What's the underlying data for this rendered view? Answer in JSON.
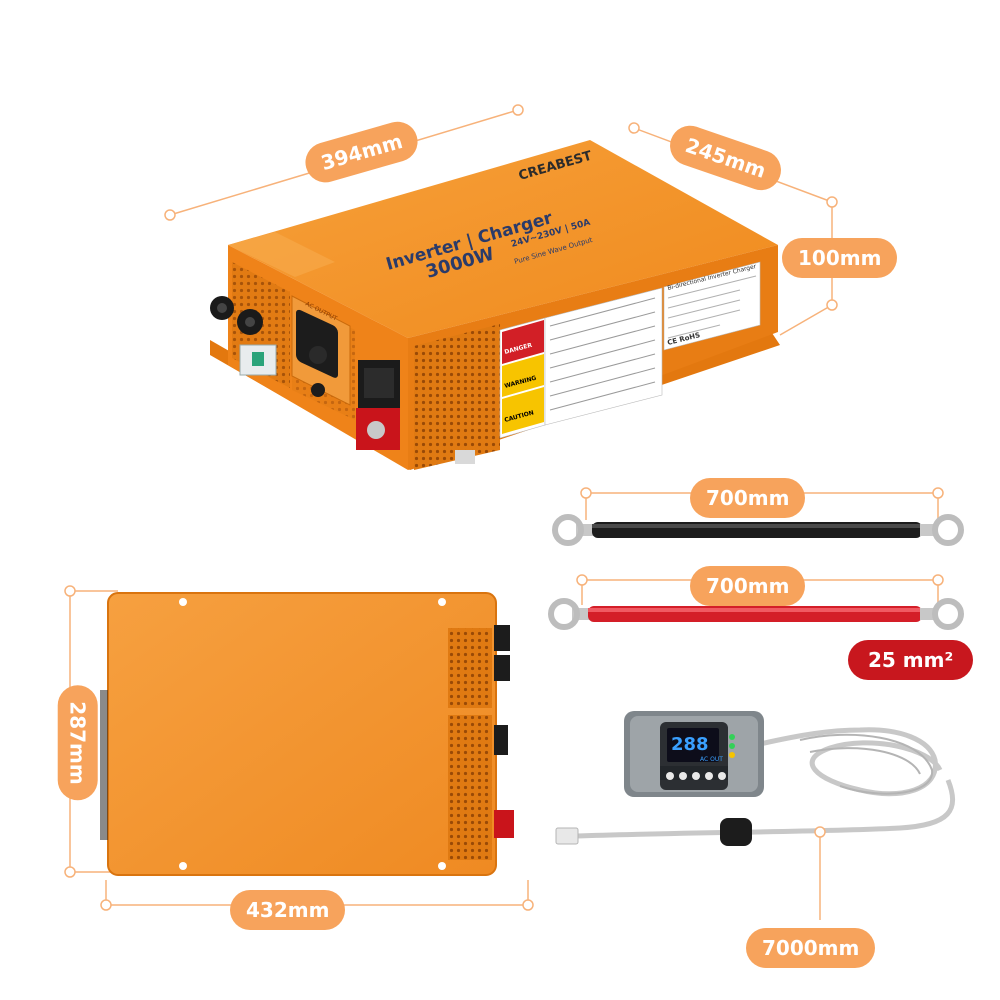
{
  "dimensions": {
    "length": "394mm",
    "depth": "245mm",
    "height": "100mm",
    "bottom_length": "432mm",
    "bottom_width": "287mm"
  },
  "cables": {
    "black_length": "700mm",
    "red_length": "700mm",
    "cross_section": "25 mm²",
    "remote_cable_length": "7000mm"
  },
  "inverter": {
    "brand": "CREABEST",
    "title": "Inverter | Charger",
    "model": "3000W",
    "spec": "24V~230V | 50A",
    "badge": "Pure Sine Wave Output",
    "label_title": "Bi-directional Inverter Charger",
    "outlet_label": "AC OUTPUT",
    "warnings": [
      "DANGER",
      "WARNING",
      "CAUTION"
    ],
    "cert_marks": "CE  RoHS"
  },
  "remote": {
    "display_value": "288",
    "display_unit": "AC OUT"
  },
  "colors": {
    "accent_orange": "#f7a35c",
    "body_orange": "#f28a1c",
    "cross_section_red": "#c8171e"
  }
}
